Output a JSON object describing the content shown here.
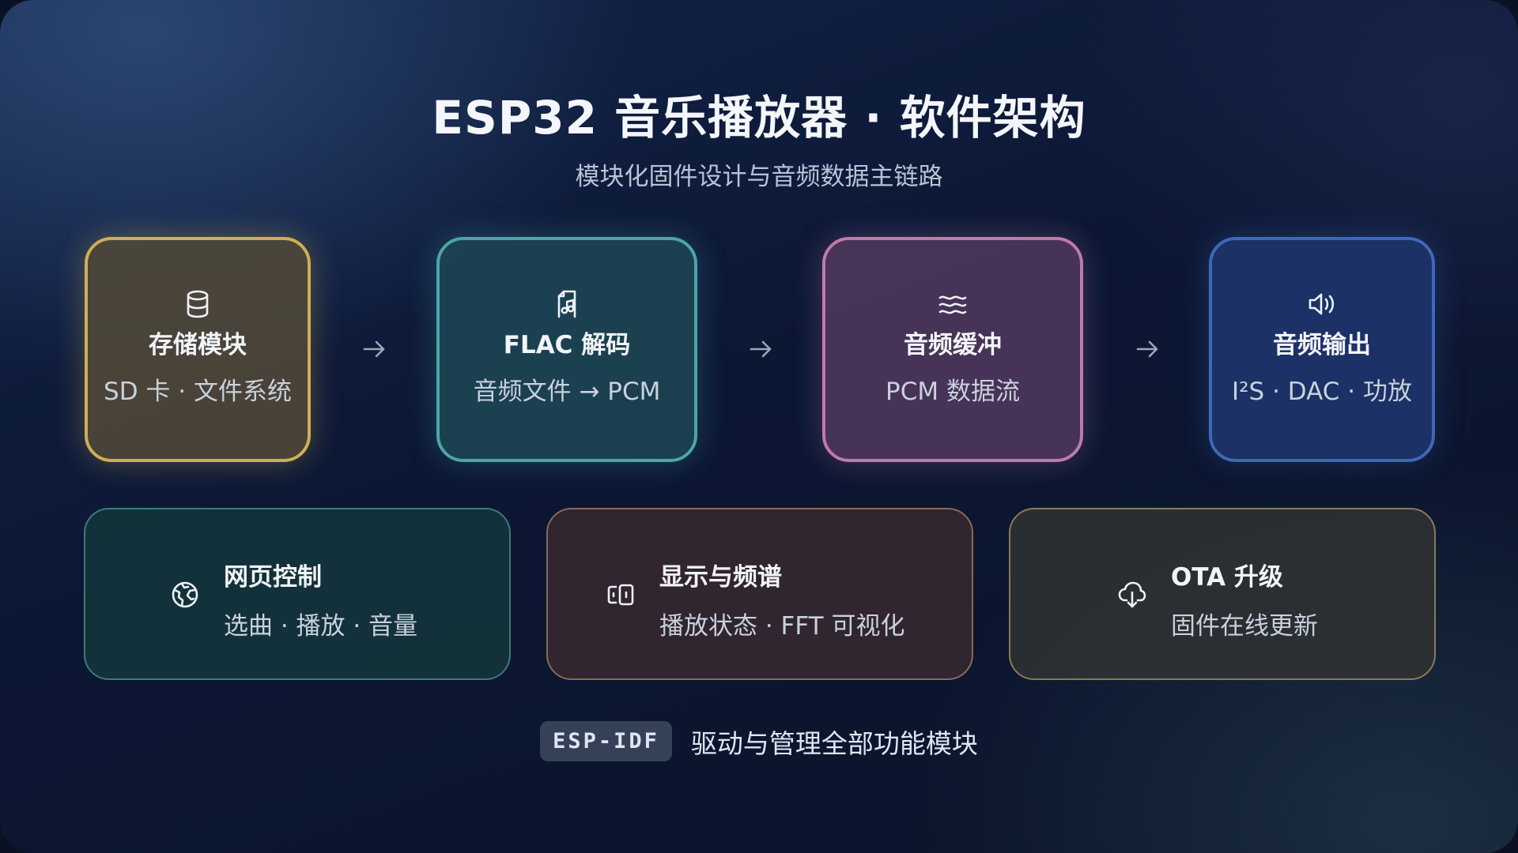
{
  "title": "ESP32 音乐播放器 · 软件架构",
  "subtitle": "模块化固件设计与音频数据主链路",
  "pipeline": [
    {
      "title": "存储模块",
      "desc": "SD 卡 · 文件系统",
      "icon": "database-icon",
      "color": "#cfae55"
    },
    {
      "title": "FLAC 解码",
      "desc": "音频文件 → PCM",
      "icon": "music-file-icon",
      "color": "#4ba6a8"
    },
    {
      "title": "音频缓冲",
      "desc": "PCM 数据流",
      "icon": "wave-stack-icon",
      "color": "#c07aa8"
    },
    {
      "title": "音频输出",
      "desc": "I²S · DAC · 功放",
      "icon": "speaker-icon",
      "color": "#3e68b8"
    }
  ],
  "arrow_icon": "arrow-right-icon",
  "features": [
    {
      "title": "网页控制",
      "desc": "选曲 · 播放 · 音量",
      "icon": "globe-icon",
      "color": "#3e7a7a"
    },
    {
      "title": "显示与频谱",
      "desc": "播放状态 · FFT 可视化",
      "icon": "display-icon",
      "color": "#8a6a55"
    },
    {
      "title": "OTA 升级",
      "desc": "固件在线更新",
      "icon": "cloud-download-icon",
      "color": "#8a7a58"
    }
  ],
  "footer": {
    "badge": "ESP-IDF",
    "text": "驱动与管理全部功能模块"
  }
}
